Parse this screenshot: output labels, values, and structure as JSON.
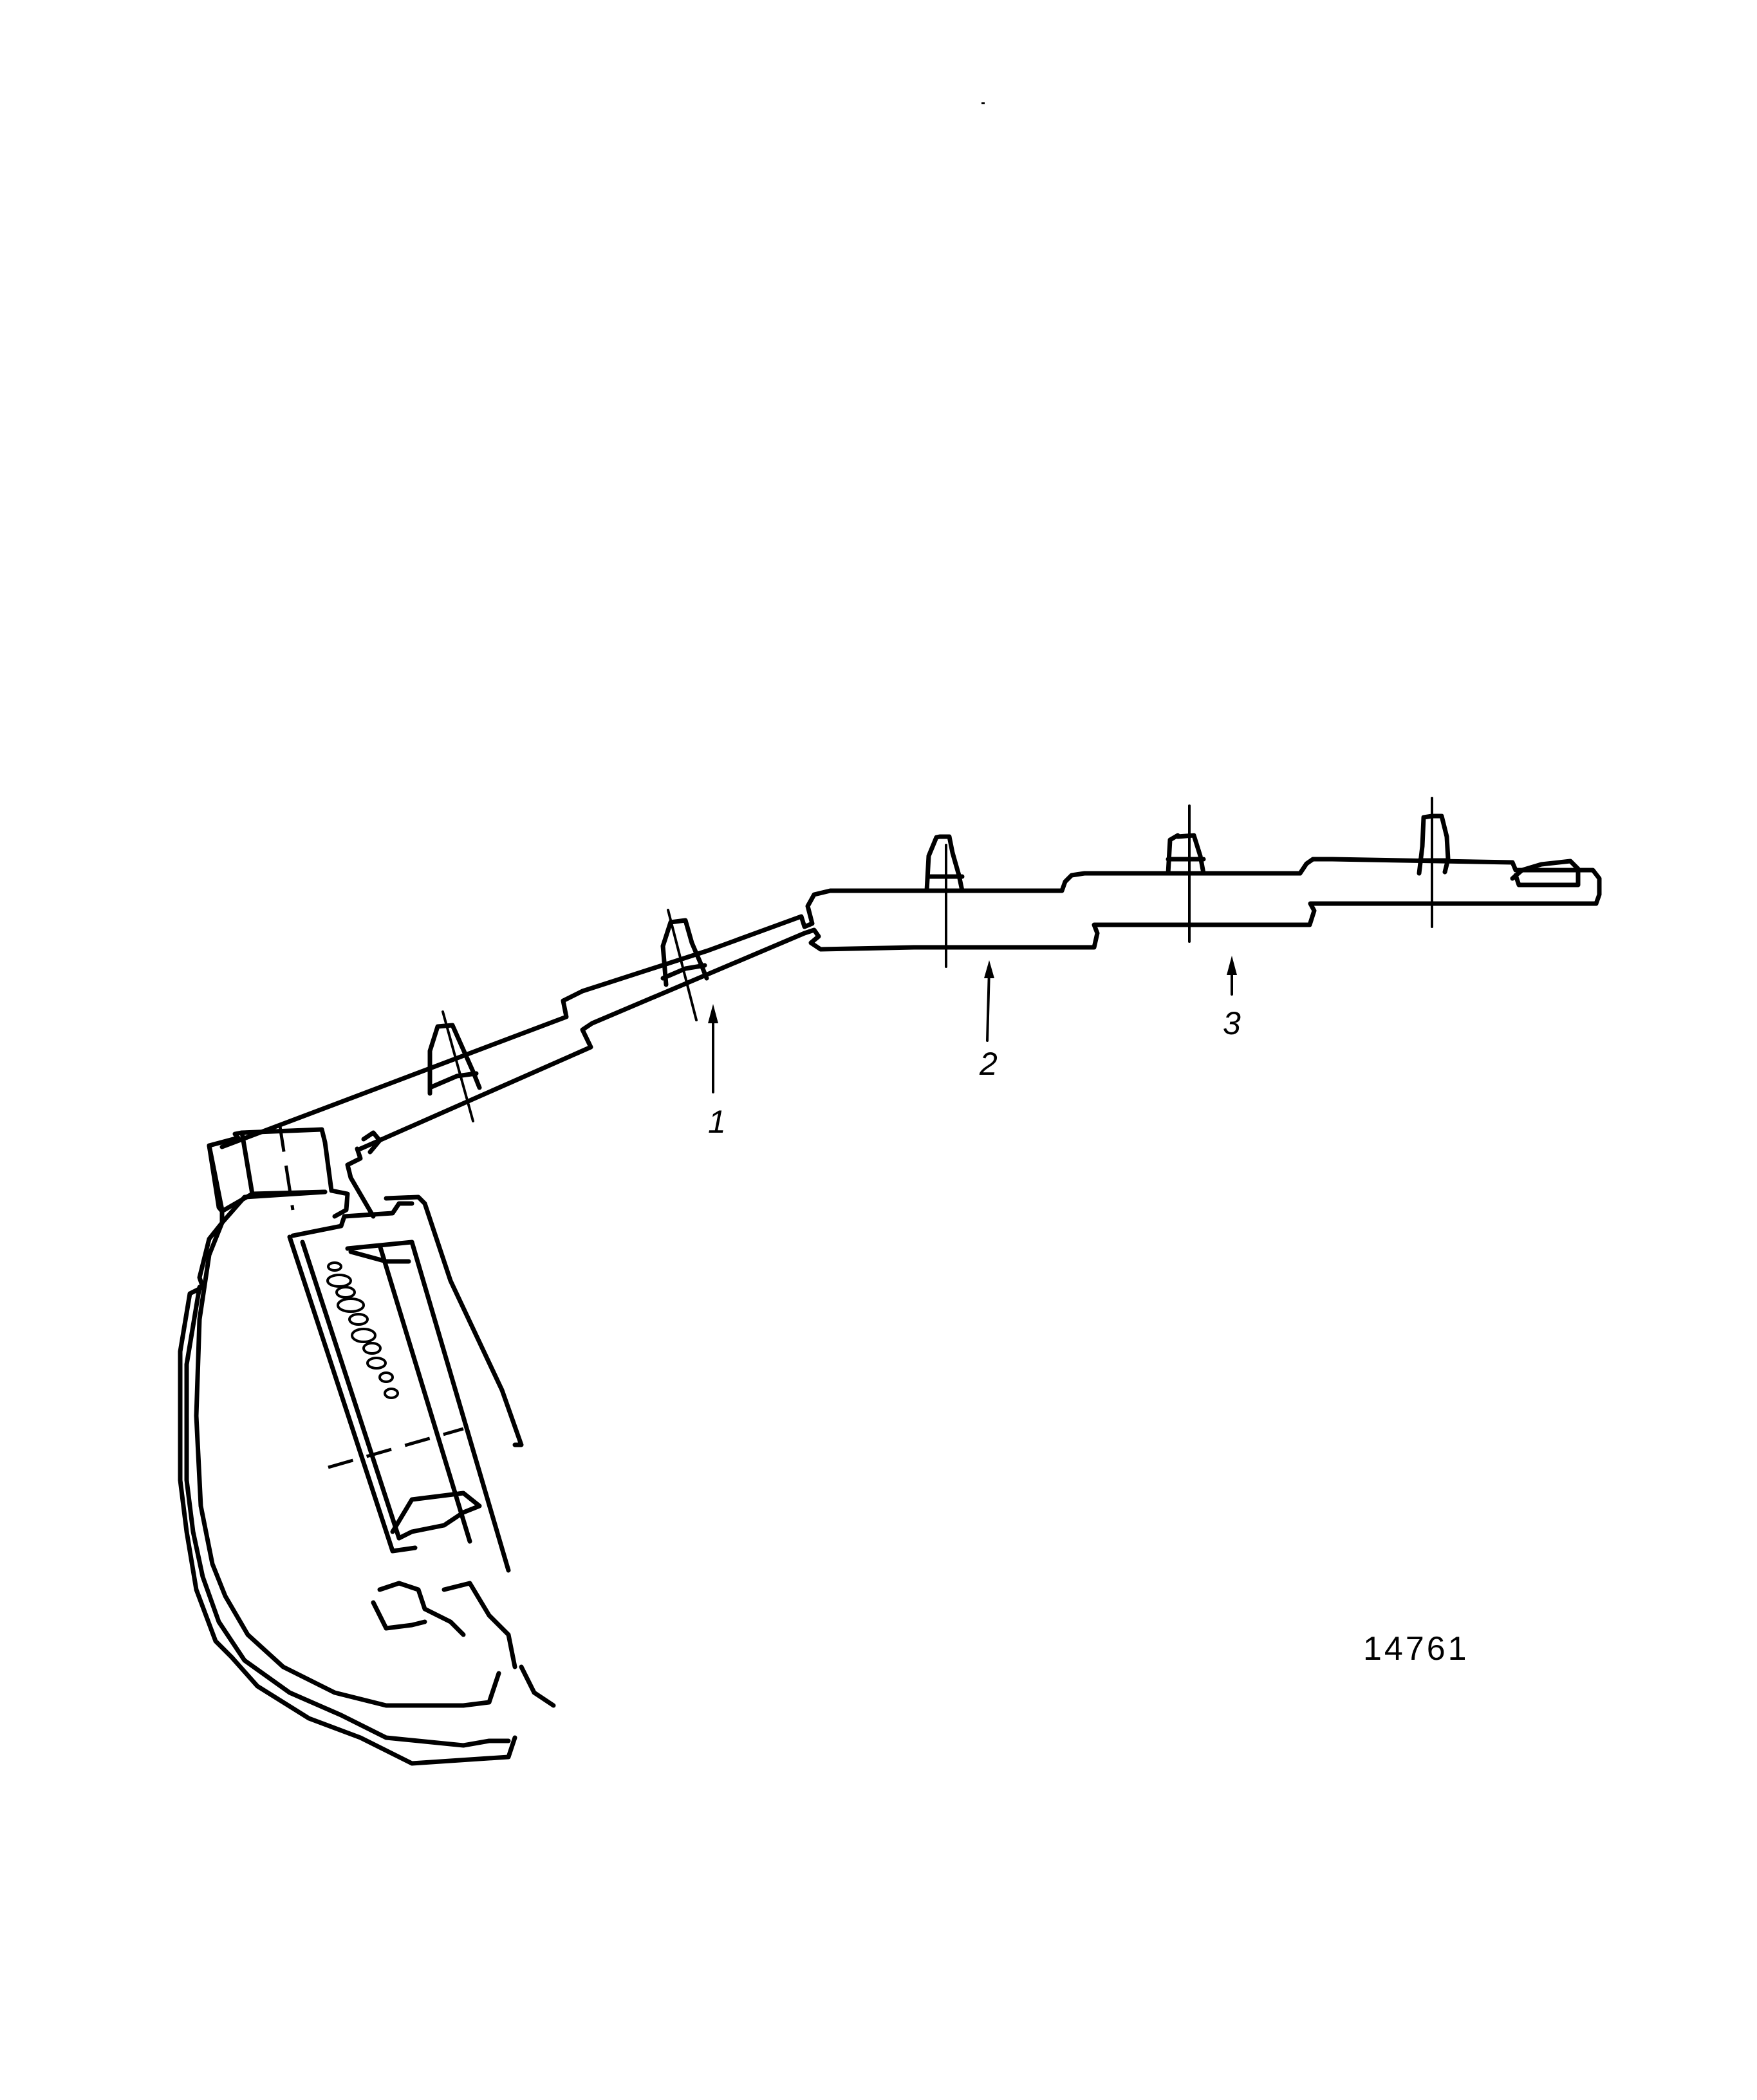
{
  "figure": {
    "number": "14761",
    "description": "Cross-section of exhaust manifold / heat shield with burner tube and fastening studs",
    "colors": {
      "line": "#000000",
      "background": "#ffffff"
    }
  },
  "callouts": [
    {
      "id": 1,
      "label": "1"
    },
    {
      "id": 2,
      "label": "2"
    },
    {
      "id": 3,
      "label": "3"
    }
  ]
}
